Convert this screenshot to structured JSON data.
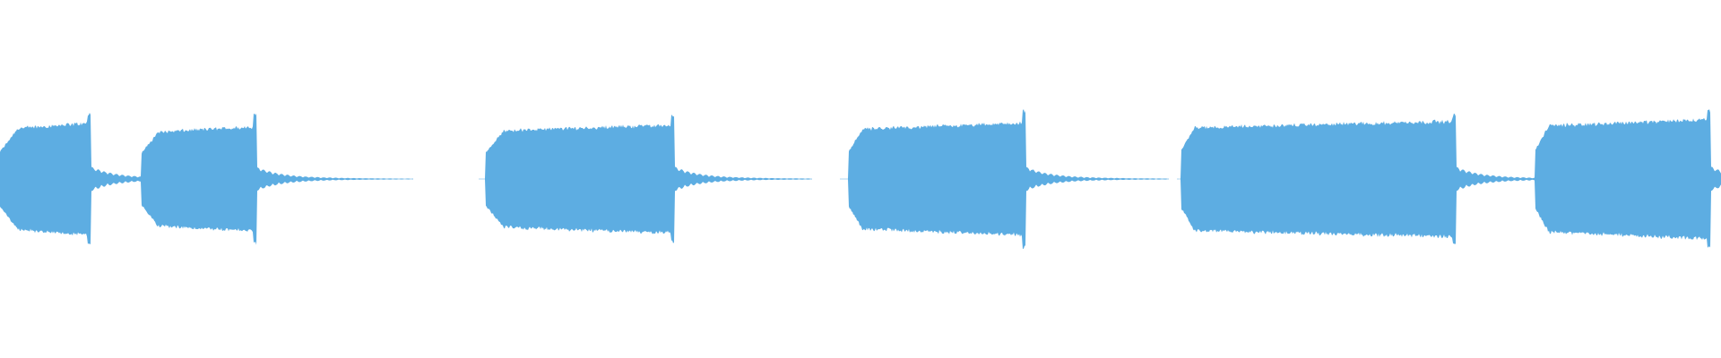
{
  "waveform": {
    "color": "#5dade2",
    "background": "#ffffff",
    "segments": [
      {
        "start": 0.0,
        "end": 0.24,
        "bursts": [
          {
            "start": 0.0,
            "end": 0.052,
            "amplitude": 0.3,
            "attack": 0.2,
            "ripple": 0.06,
            "spike": 0.36
          },
          {
            "start": 0.082,
            "end": 0.148,
            "amplitude": 0.28,
            "attack": 0.15,
            "ripple": 0.06,
            "spike": 0.36
          }
        ]
      },
      {
        "start": 0.278,
        "end": 0.472,
        "bursts": [
          {
            "start": 0.282,
            "end": 0.391,
            "amplitude": 0.29,
            "attack": 0.1,
            "ripple": 0.06,
            "spike": 0.35
          }
        ]
      },
      {
        "start": 0.488,
        "end": 0.679,
        "bursts": [
          {
            "start": 0.493,
            "end": 0.595,
            "amplitude": 0.3,
            "attack": 0.08,
            "ripple": 0.06,
            "spike": 0.38
          }
        ]
      },
      {
        "start": 0.684,
        "end": 1.0,
        "bursts": [
          {
            "start": 0.686,
            "end": 0.845,
            "amplitude": 0.31,
            "attack": 0.05,
            "ripple": 0.06,
            "spike": 0.36
          },
          {
            "start": 0.892,
            "end": 0.993,
            "amplitude": 0.32,
            "attack": 0.08,
            "ripple": 0.06,
            "spike": 0.38
          }
        ]
      }
    ]
  }
}
